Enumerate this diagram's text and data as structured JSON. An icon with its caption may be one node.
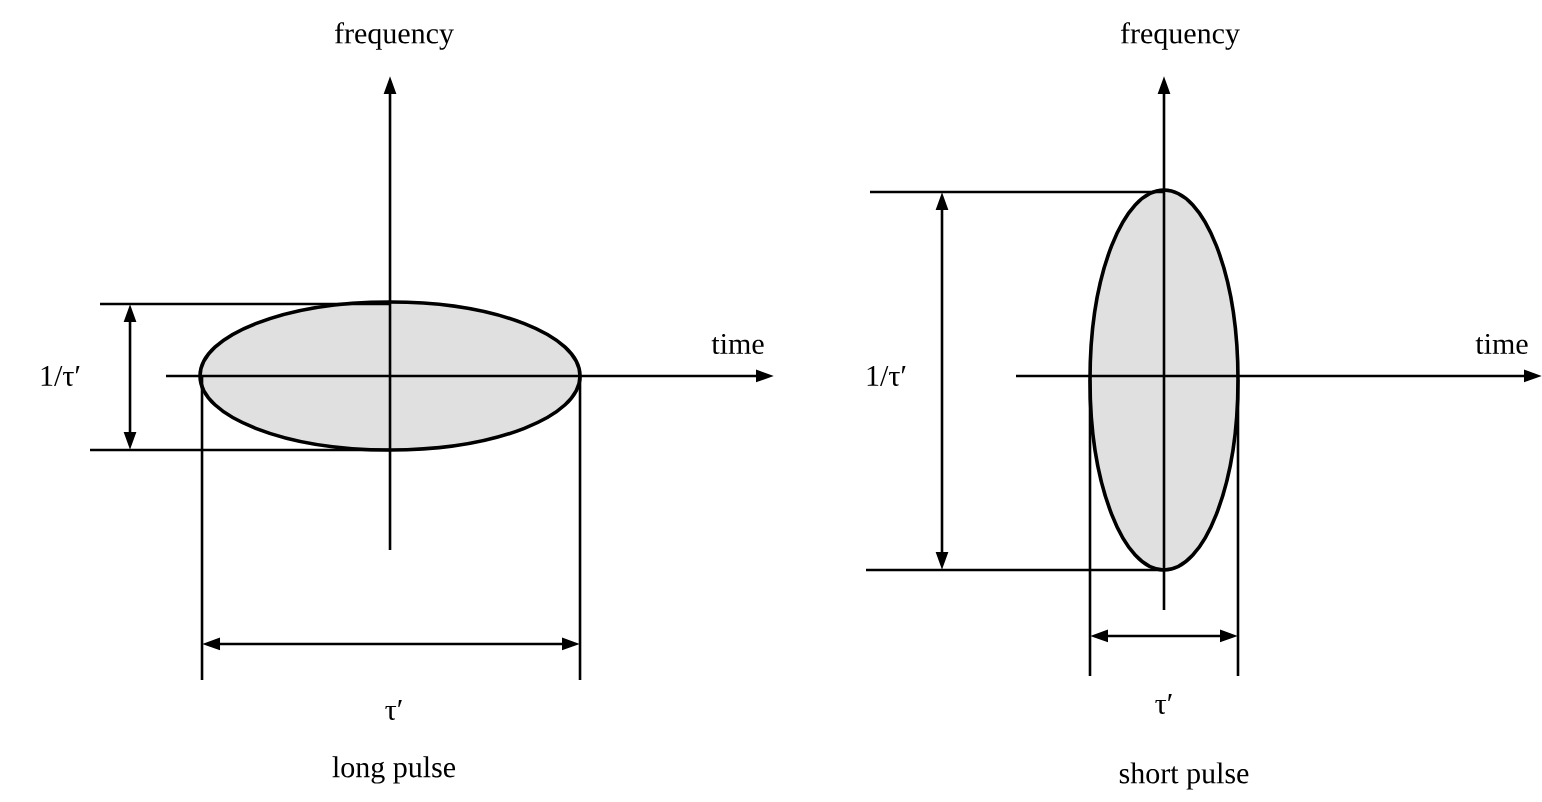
{
  "diagram": {
    "nodes": [
      {
        "text": [],
        "shape": "ellipse"
      },
      {
        "text": [],
        "shape": "ellipse"
      }
    ],
    "labels": [
      "frequency",
      "time",
      "1/τ′",
      "τ′",
      "long pulse",
      "frequency",
      "time",
      "1/τ′",
      "τ′",
      "short pulse"
    ]
  }
}
